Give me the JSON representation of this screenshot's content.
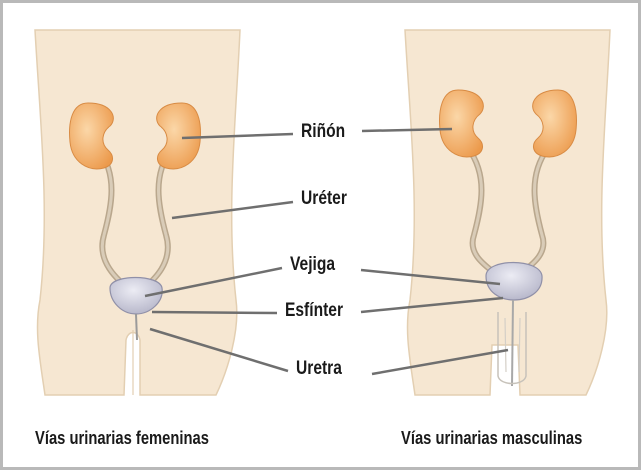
{
  "labels": {
    "rinon": "Riñón",
    "ureter": "Uréter",
    "vejiga": "Vejiga",
    "esfinter": "Esfínter",
    "uretra": "Uretra"
  },
  "captions": {
    "female": "Vías urinarias femeninas",
    "male": "Vías urinarias masculinas"
  },
  "colors": {
    "skin": "#f6e7d2",
    "skin_outline": "#e3cfb2",
    "kidney": "#f0a860",
    "ureter": "#cdbfa8",
    "bladder": "#c9c9d9",
    "leader_line": "#6f6f6f"
  }
}
